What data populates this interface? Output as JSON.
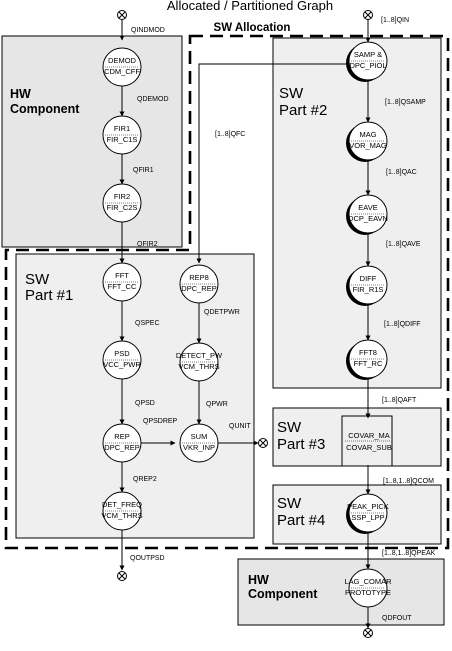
{
  "title": "Allocated / Partitioned Graph",
  "sw_allocation": "SW Allocation",
  "regions": {
    "hw_top": {
      "line1": "HW",
      "line2": "Component"
    },
    "sw1": {
      "line1": "SW",
      "line2": "Part #1"
    },
    "sw2": {
      "line1": "SW",
      "line2": "Part #2"
    },
    "sw3": {
      "line1": "SW",
      "line2": "Part #3"
    },
    "sw4": {
      "line1": "SW",
      "line2": "Part #4"
    },
    "hw_bottom": {
      "line1": "HW",
      "line2": "Component"
    }
  },
  "nodes": {
    "demod": {
      "top": "DEMOD",
      "bottom": "CDM_CFF"
    },
    "fir1": {
      "top": "FIR1",
      "bottom": "FIR_C1S"
    },
    "fir2": {
      "top": "FIR2",
      "bottom": "FIR_C2S"
    },
    "fft": {
      "top": "FFT",
      "bottom": "FFT_CC"
    },
    "psd": {
      "top": "PSD",
      "bottom": "VCC_PWR"
    },
    "rep": {
      "top": "REP",
      "bottom": "DPC_REP"
    },
    "det_freq": {
      "top": "DET_FREQ",
      "bottom": "VCM_THRS"
    },
    "rep8": {
      "top": "REP8",
      "bottom": "DPC_REP"
    },
    "detect_pw": {
      "top": "DETECT_PW",
      "bottom": "VCM_THRS"
    },
    "sum": {
      "top": "SUM",
      "bottom": "VKR_INP"
    },
    "samp": {
      "top": "SAMP &",
      "bottom": "DPC_PIOL"
    },
    "mag": {
      "top": "MAG",
      "bottom": "VOR_MAG"
    },
    "eave": {
      "top": "EAVE",
      "bottom": "DCP_EAVN"
    },
    "diff": {
      "top": "DIFF",
      "bottom": "FIR_R1S"
    },
    "fft8": {
      "top": "FFT8",
      "bottom": "FFT_RC"
    },
    "covar": {
      "top": "COVAR_MA",
      "bottom": "COVAR_SUB"
    },
    "peak_pick": {
      "top": "PEAK_PICK",
      "bottom": "SSP_LPP"
    },
    "lag_comar": {
      "top": "LAG_COMAR",
      "bottom": "PROTOTYPE"
    }
  },
  "edges": {
    "qindmod": "QINDMOD",
    "qdemod": "QDEMOD",
    "qfir1": "QFIR1",
    "qfir2": "QFIR2",
    "qspec": "QSPEC",
    "qpsd": "QPSD",
    "qpsdrep": "QPSDREP",
    "qdetpwr": "QDETPWR",
    "qpwr": "QPWR",
    "qunit": "QUNIT",
    "qrep2": "QREP2",
    "qoutpsd": "QOUTPSD",
    "qin": "[1..8]QIN",
    "qfc": "[1..8]QFC",
    "qsamp": "[1..8]QSAMP",
    "qac": "[1..8]QAC",
    "qave": "[1..8]QAVE",
    "qdiff": "[1..8]QDIFF",
    "qaft": "[1..8]QAFT",
    "qcom": "[1..8,1..8]QCOM",
    "qpeak": "[1..8,1..8]QPEAK",
    "qdfout": "QDFOUT"
  },
  "colors": {
    "hw_fill": "#e6e6e6",
    "node_fill": "#ffffff",
    "stroke": "#000000"
  }
}
